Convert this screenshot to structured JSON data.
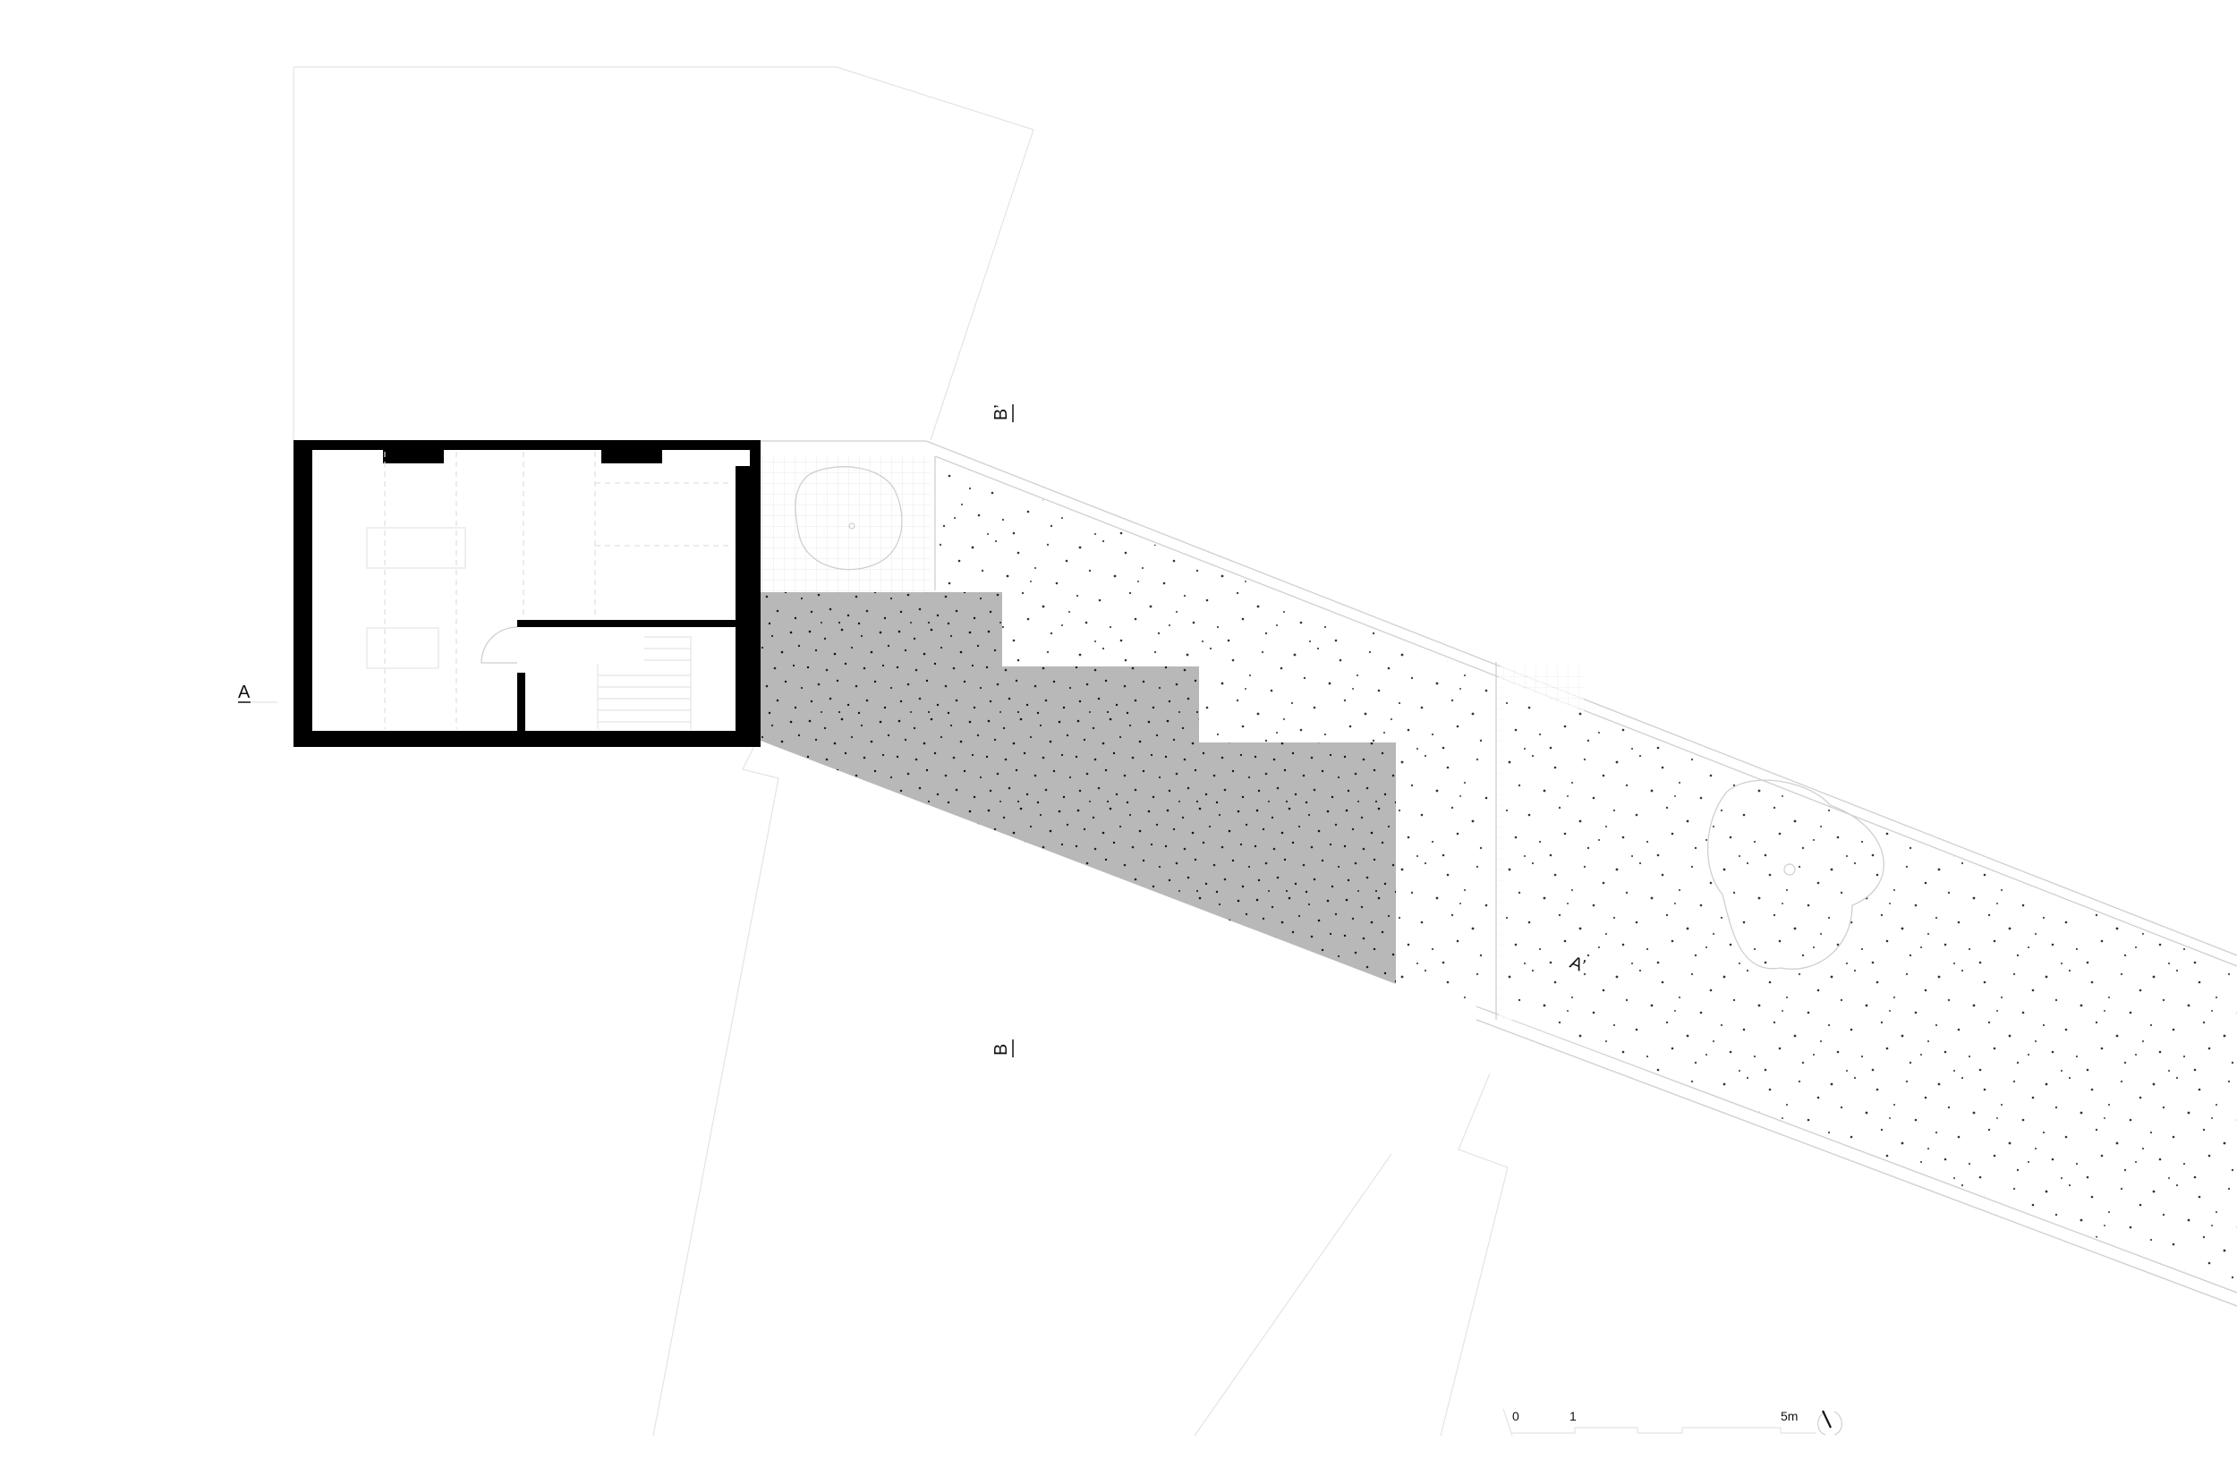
{
  "colors": {
    "wall": "#000000",
    "stone_fill": "#b8b8b8",
    "speckle": "#222222",
    "background": "#ffffff",
    "context_line": "#cfcfcf"
  },
  "section_marks": {
    "a_left": "A",
    "a_right": "A’",
    "b_top": "B’",
    "b_bottom": "B"
  },
  "scale_bar": {
    "tick_0": "0",
    "tick_1": "1",
    "tick_5": "5m"
  },
  "north_arrow": {
    "icon": "north-arrow-icon"
  }
}
